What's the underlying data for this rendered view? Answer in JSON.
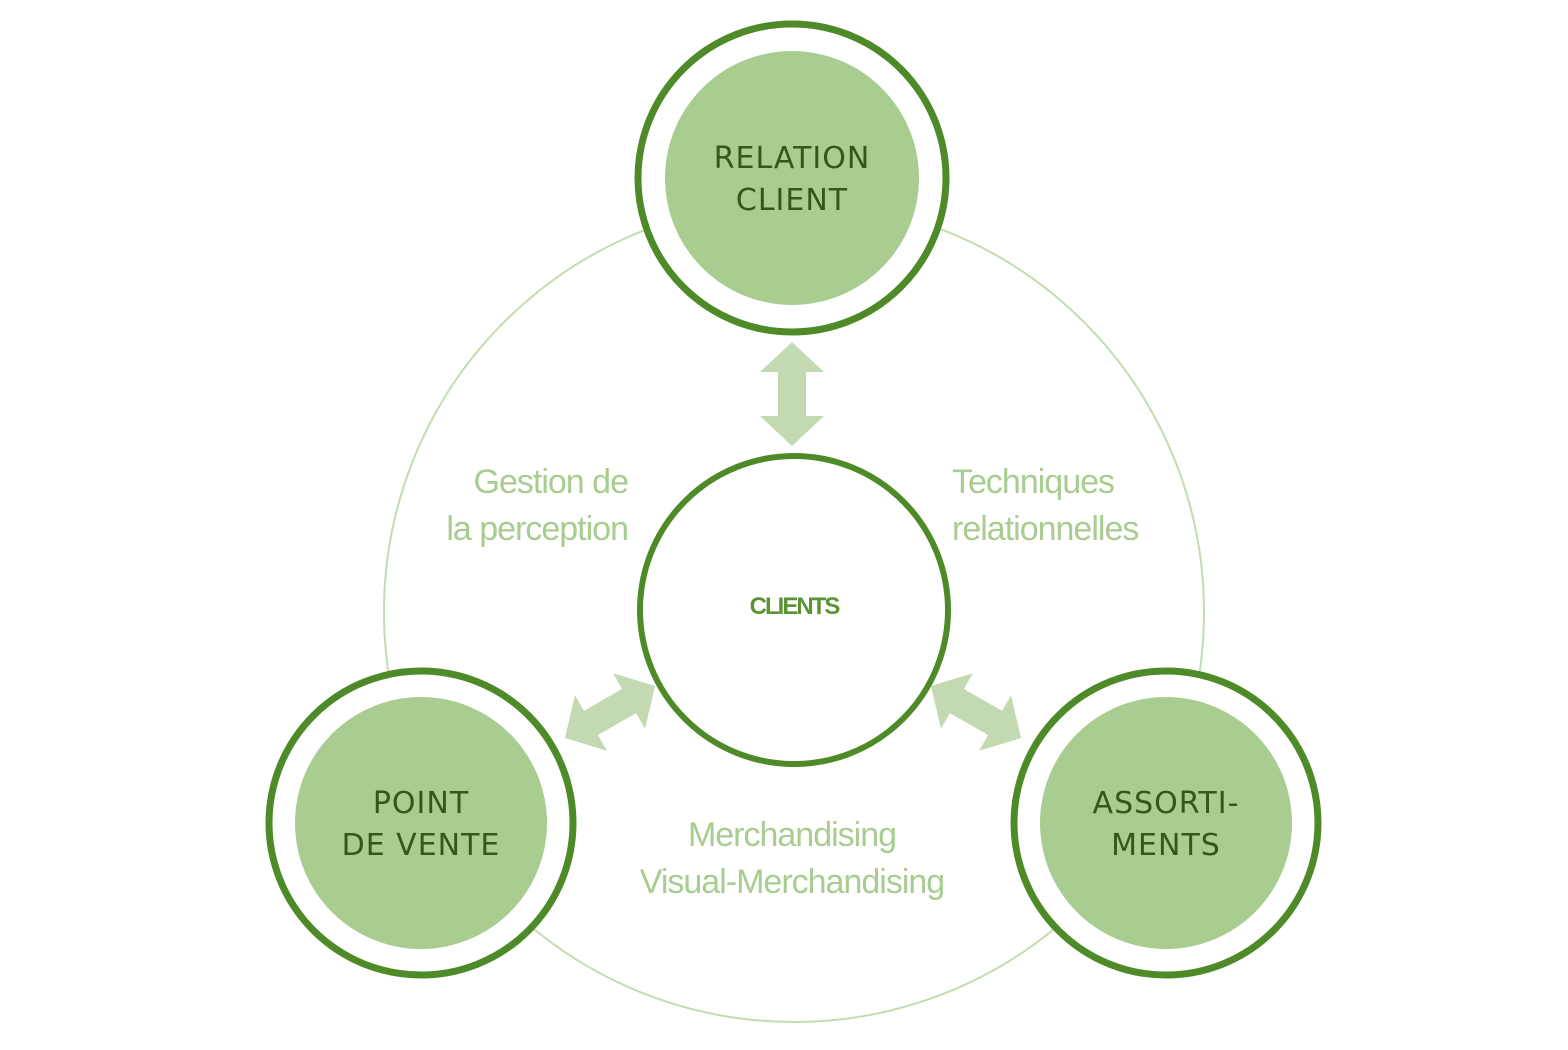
{
  "diagram": {
    "center": {
      "label": "CLIENTS"
    },
    "nodes": {
      "top": {
        "line1": "RELATION",
        "line2": "CLIENT"
      },
      "bottom_left": {
        "line1": "POINT",
        "line2": "DE VENTE"
      },
      "bottom_right": {
        "line1": "ASSORTI-",
        "line2": "MENTS"
      }
    },
    "edge_labels": {
      "left": {
        "line1": "Gestion de",
        "line2": "la perception"
      },
      "right": {
        "line1": "Techniques",
        "line2": "relationnelles"
      },
      "bottom": {
        "line1": "Merchandising",
        "line2": "Visual-Merchandising"
      }
    }
  },
  "colors": {
    "dark_green": "#4f8a29",
    "node_fill": "#a9cc91",
    "arrow_fill": "#c3d9b1",
    "orbit_line": "#c3dcb0",
    "text_dark": "#2f5a1a",
    "text_light": "#a9cc91"
  }
}
